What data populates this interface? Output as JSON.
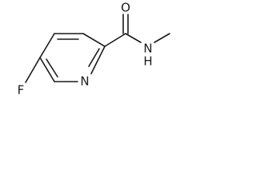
{
  "molecule": {
    "atoms": {
      "fluorine": "F",
      "ring_nitrogen": "N",
      "oxygen": "O",
      "amide_nitrogen": "N",
      "amide_hydrogen": "H"
    }
  }
}
